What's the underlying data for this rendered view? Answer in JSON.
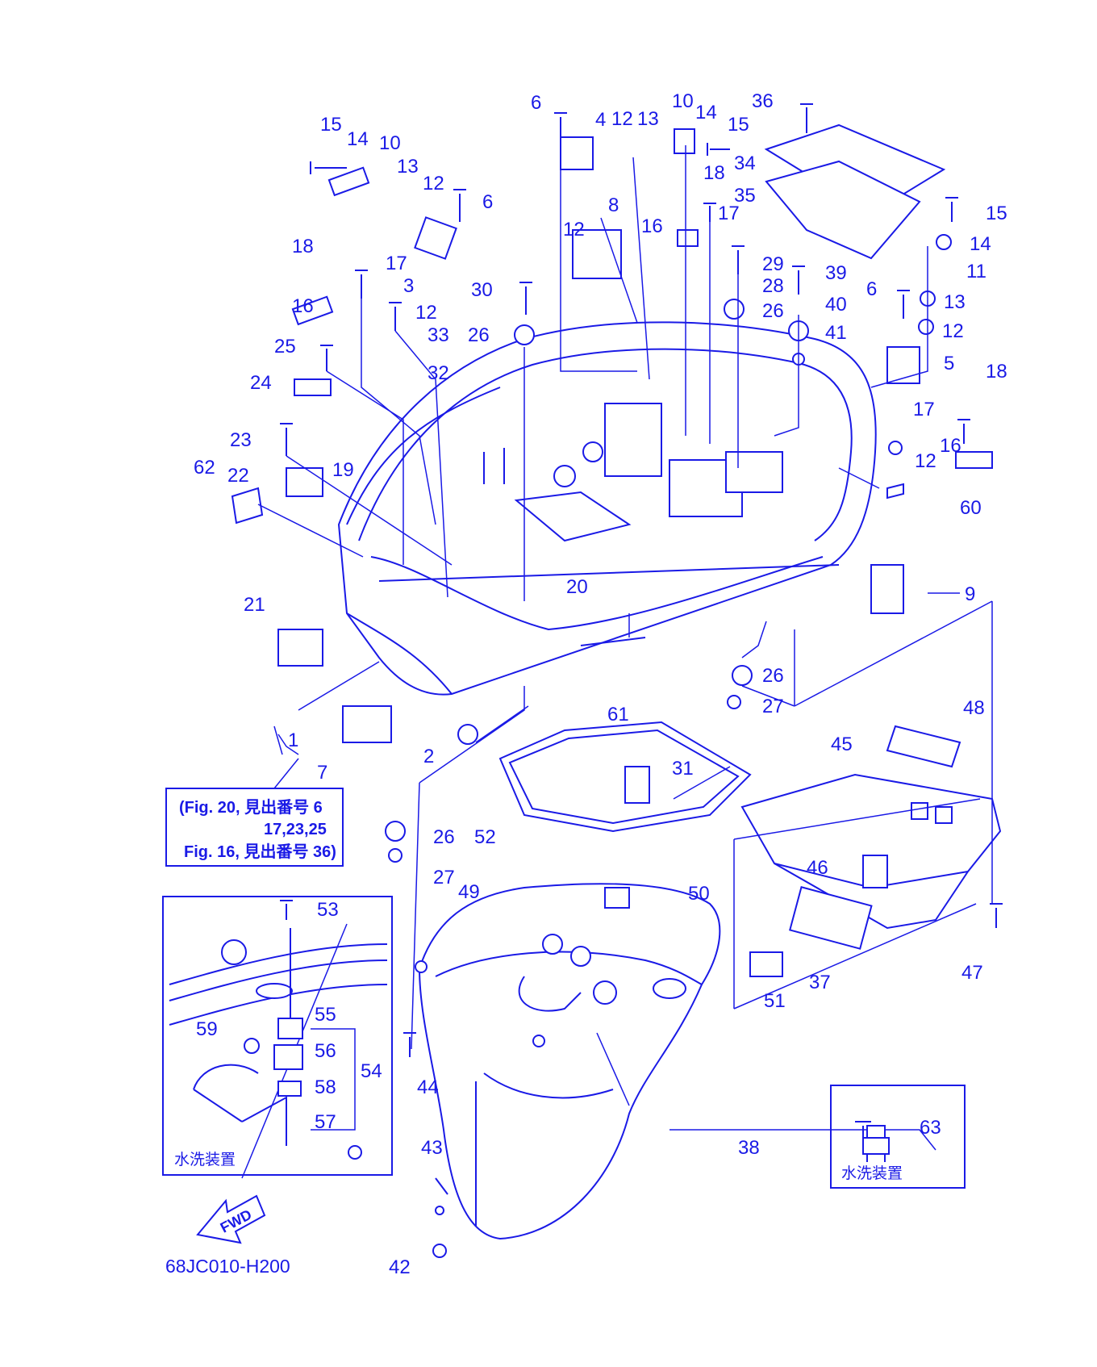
{
  "diagram_code": "68JC010-H200",
  "accent_color": "#1a1ae6",
  "reference_note": {
    "line1": "(Fig. 20, 見出番号 6",
    "line2": "17,23,25",
    "line3": "Fig. 16, 見出番号 36)"
  },
  "wash_device_label": "水洗装置",
  "wash_device_label_2": "水洗装置",
  "fwd_label": "FWD",
  "callouts": [
    "1",
    "2",
    "3",
    "4",
    "5",
    "6",
    "6",
    "6",
    "7",
    "8",
    "9",
    "10",
    "10",
    "11",
    "12",
    "12",
    "12",
    "12",
    "12",
    "12",
    "13",
    "13",
    "13",
    "14",
    "14",
    "14",
    "15",
    "15",
    "15",
    "16",
    "16",
    "16",
    "17",
    "17",
    "17",
    "18",
    "18",
    "18",
    "19",
    "20",
    "21",
    "22",
    "23",
    "24",
    "25",
    "26",
    "26",
    "26",
    "26",
    "27",
    "27",
    "28",
    "29",
    "30",
    "31",
    "32",
    "33",
    "34",
    "35",
    "36",
    "37",
    "38",
    "39",
    "40",
    "41",
    "42",
    "43",
    "44",
    "45",
    "46",
    "47",
    "48",
    "49",
    "50",
    "51",
    "52",
    "53",
    "54",
    "55",
    "56",
    "57",
    "58",
    "59",
    "60",
    "61",
    "62",
    "63"
  ]
}
